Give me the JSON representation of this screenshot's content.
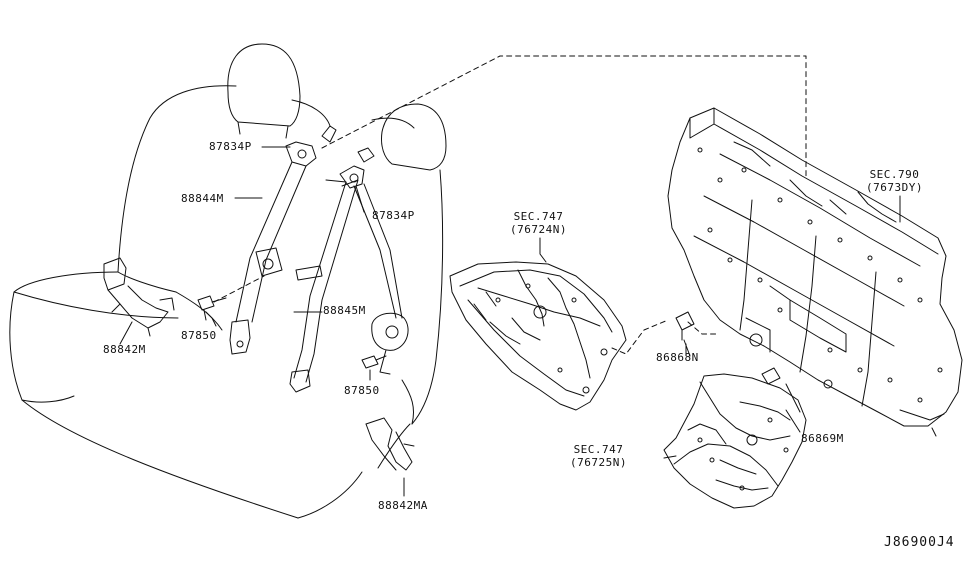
{
  "diagram": {
    "parts": {
      "p87834p_upper": "87834P",
      "p88844m": "88844M",
      "p87834p_right": "87834P",
      "p88842m": "88842M",
      "p87850_left": "87850",
      "p88845m": "88845M",
      "p87850_mid": "87850",
      "p88842ma": "88842MA",
      "p86868n": "86868N",
      "p86869m": "86869M"
    },
    "sections": {
      "sec747_upper": {
        "title": "SEC.747",
        "sub": "(76724N)"
      },
      "sec747_lower": {
        "title": "SEC.747",
        "sub": "(76725N)"
      },
      "sec790": {
        "title": "SEC.790",
        "sub": "(7673DY)"
      }
    },
    "diagram_code": "J86900J4"
  }
}
